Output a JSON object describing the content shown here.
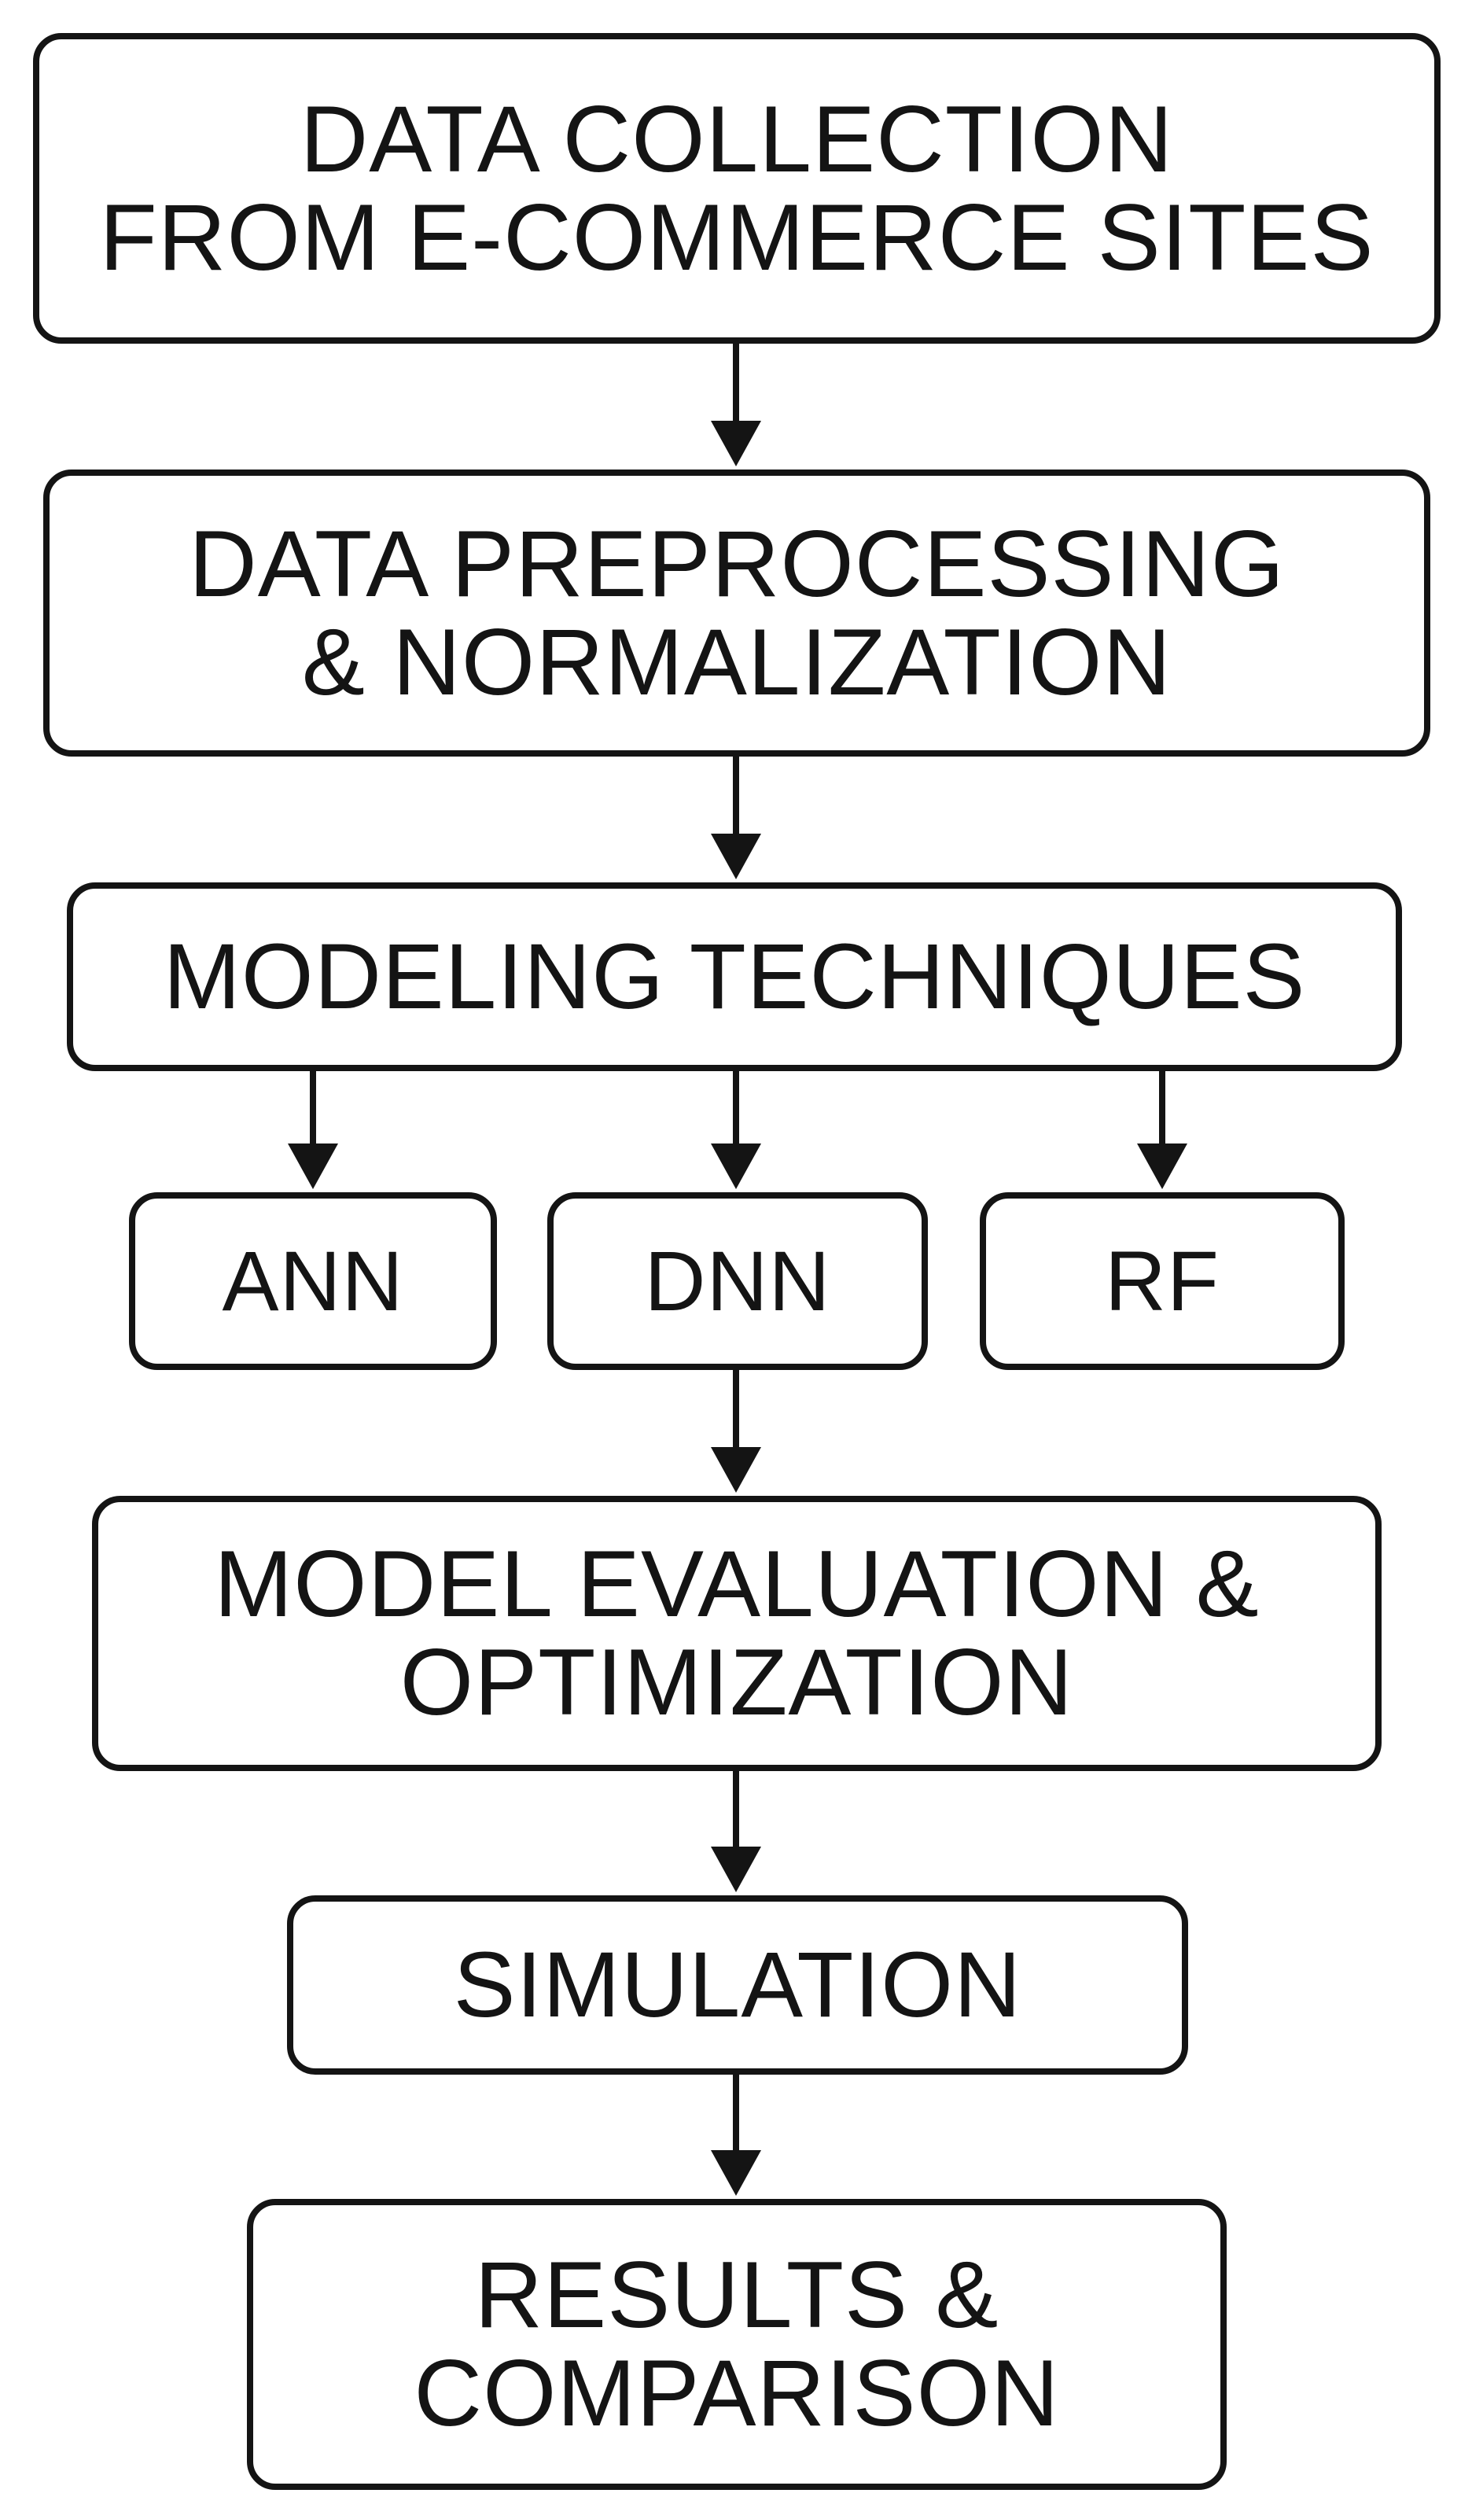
{
  "steps": {
    "data_collection": {
      "line1": "DATA COLLECTION",
      "line2": "FROM E-COMMERCE SITES"
    },
    "preprocessing": {
      "line1": "DATA PREPROCESSING",
      "line2": "& NORMALIZATION"
    },
    "modeling": {
      "line1": "MODELING TECHNIQUES"
    },
    "models": {
      "ann": "ANN",
      "dnn": "DNN",
      "rf": "RF"
    },
    "evaluation": {
      "line1": "MODEL EVALUATION &",
      "line2": "OPTIMIZATION"
    },
    "simulation": {
      "line1": "SIMULATION"
    },
    "results": {
      "line1": "RESULTS &",
      "line2": "COMPARISON"
    }
  },
  "colors": {
    "stroke": "#141414",
    "background": "#ffffff"
  }
}
